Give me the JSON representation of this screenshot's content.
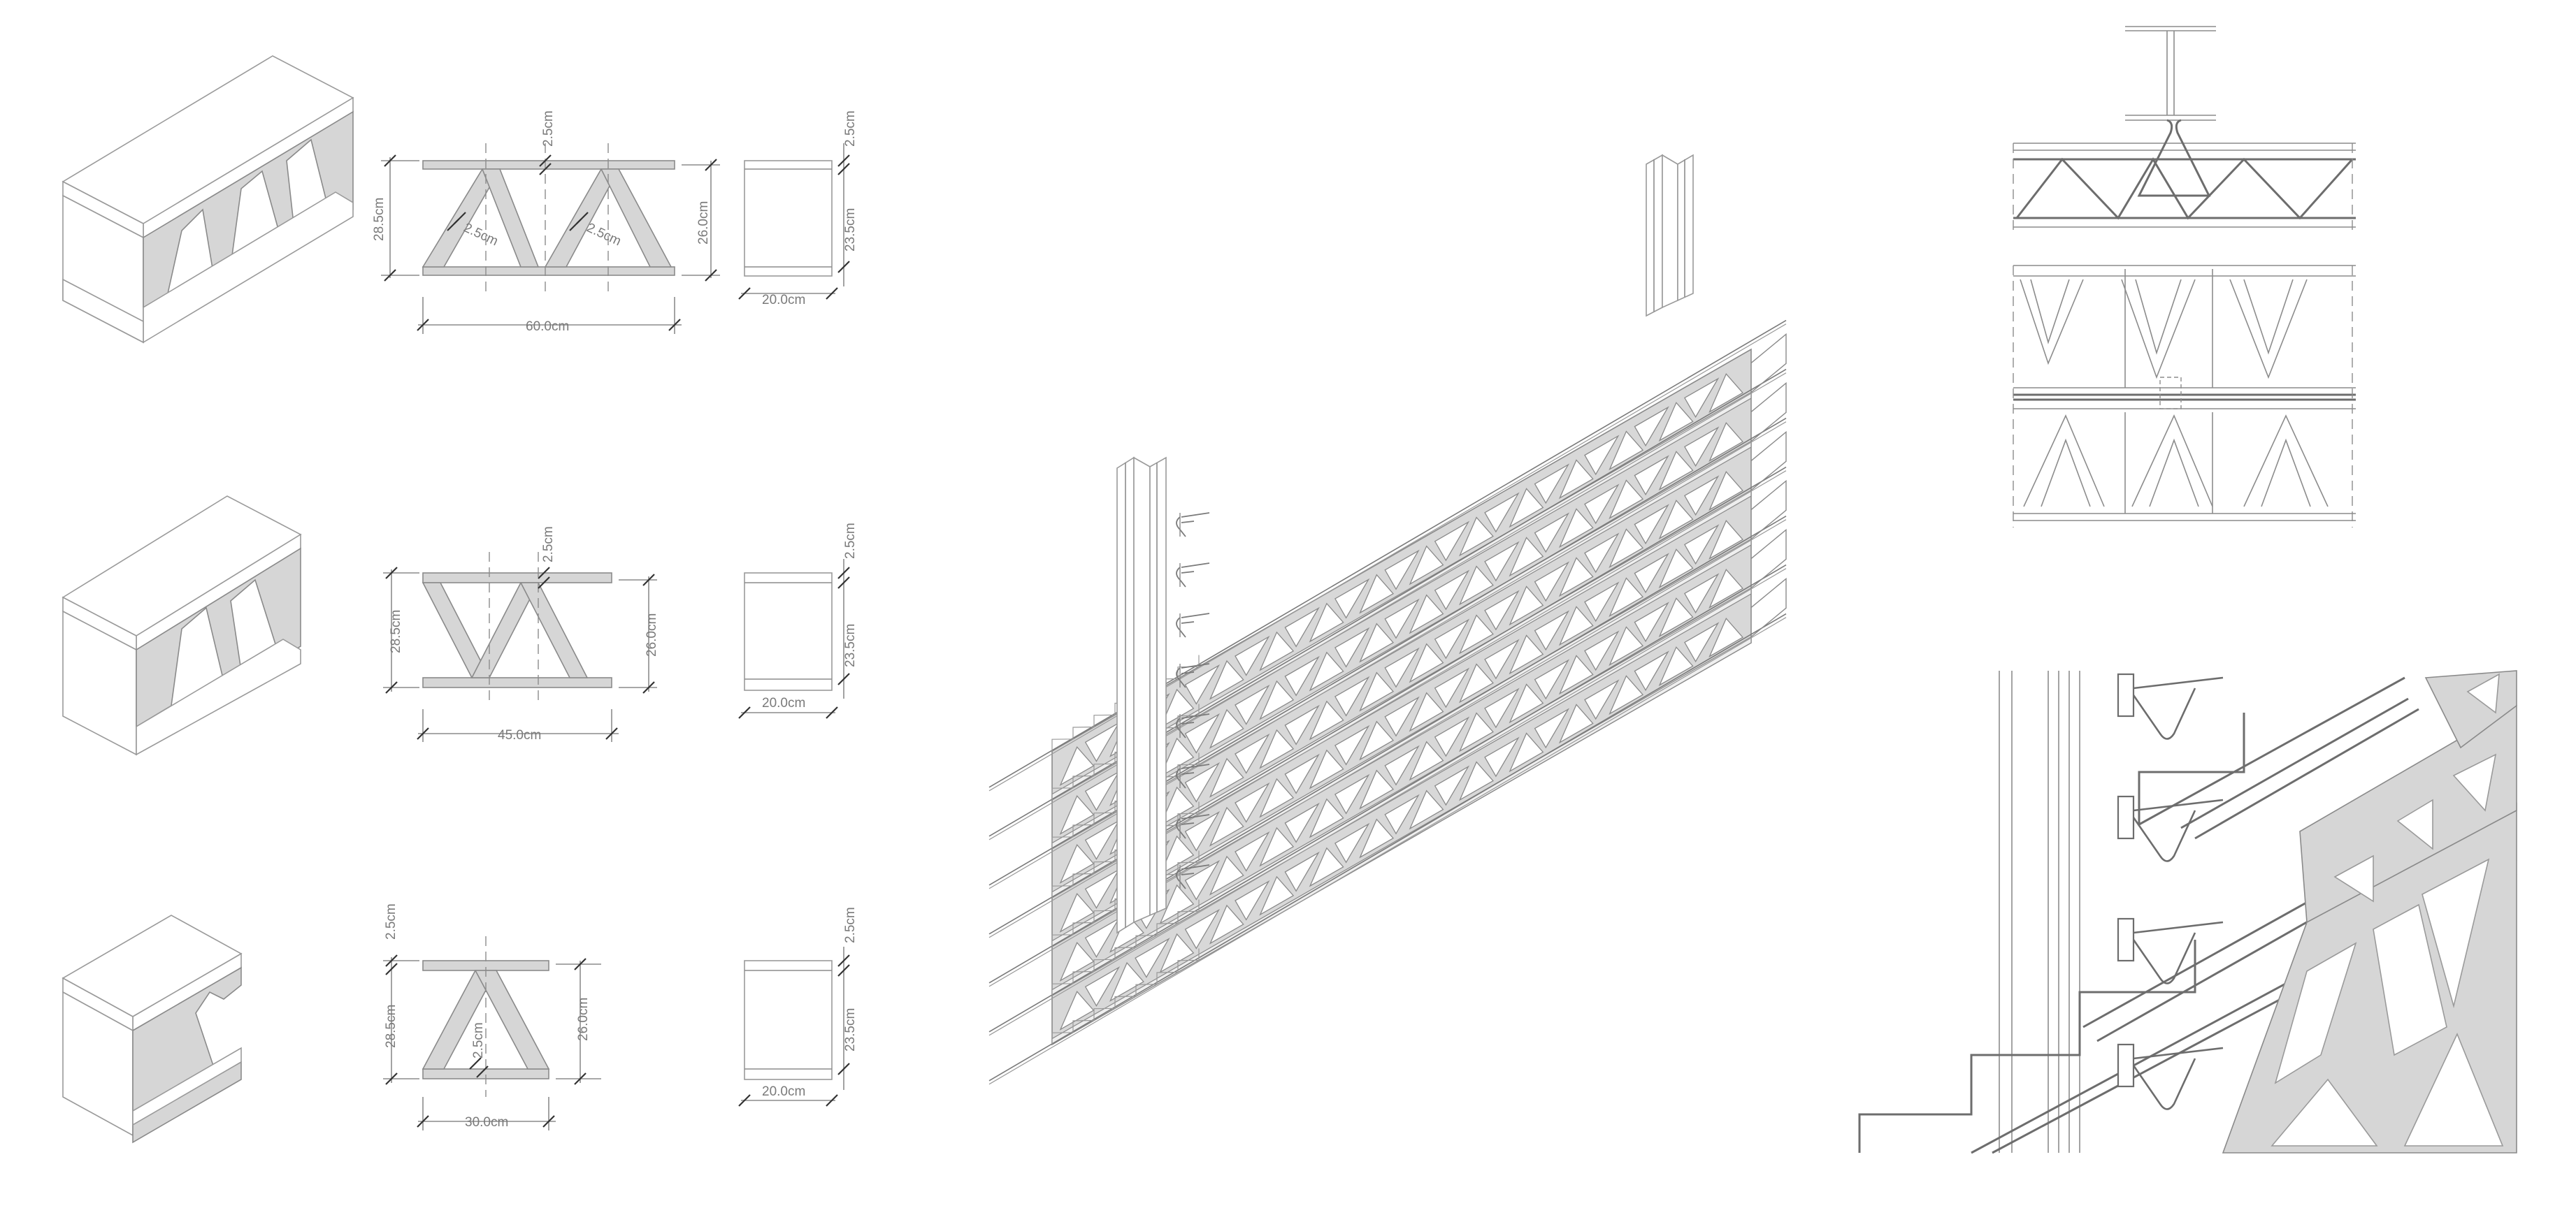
{
  "diagram": {
    "large_module": {
      "height_total": "28.5cm",
      "flange_thickness": "2.5cm",
      "diag_thickness_a": "2.5cm",
      "diag_thickness_b": "2.5cm",
      "inner_height": "26.0cm",
      "length": "60.0cm",
      "side_top": "2.5cm",
      "side_height": "23.5cm",
      "side_width": "20.0cm"
    },
    "medium_module": {
      "height_total": "28.5cm",
      "flange_thickness": "2.5cm",
      "inner_height": "26.0cm",
      "length": "45.0cm",
      "side_top": "2.5cm",
      "side_height": "23.5cm",
      "side_width": "20.0cm"
    },
    "small_module": {
      "flange_thickness": "2.5cm",
      "height_total": "28.5cm",
      "diag_thickness": "2.5cm",
      "inner_height": "26.0cm",
      "length": "30.0cm",
      "side_top": "2.5cm",
      "side_height": "23.5cm",
      "side_width": "20.0cm"
    }
  }
}
